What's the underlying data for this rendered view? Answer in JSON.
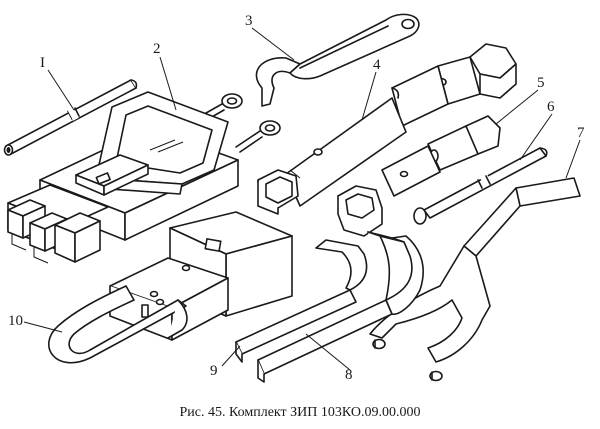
{
  "figure": {
    "caption": "Рис. 45. Комплект ЗИП 103КО.09.00.000",
    "labels": {
      "l1": "I",
      "l2": "2",
      "l3": "3",
      "l4": "4",
      "l5": "5",
      "l6": "6",
      "l7": "7",
      "l8": "8",
      "l9": "9",
      "l10": "10"
    }
  }
}
